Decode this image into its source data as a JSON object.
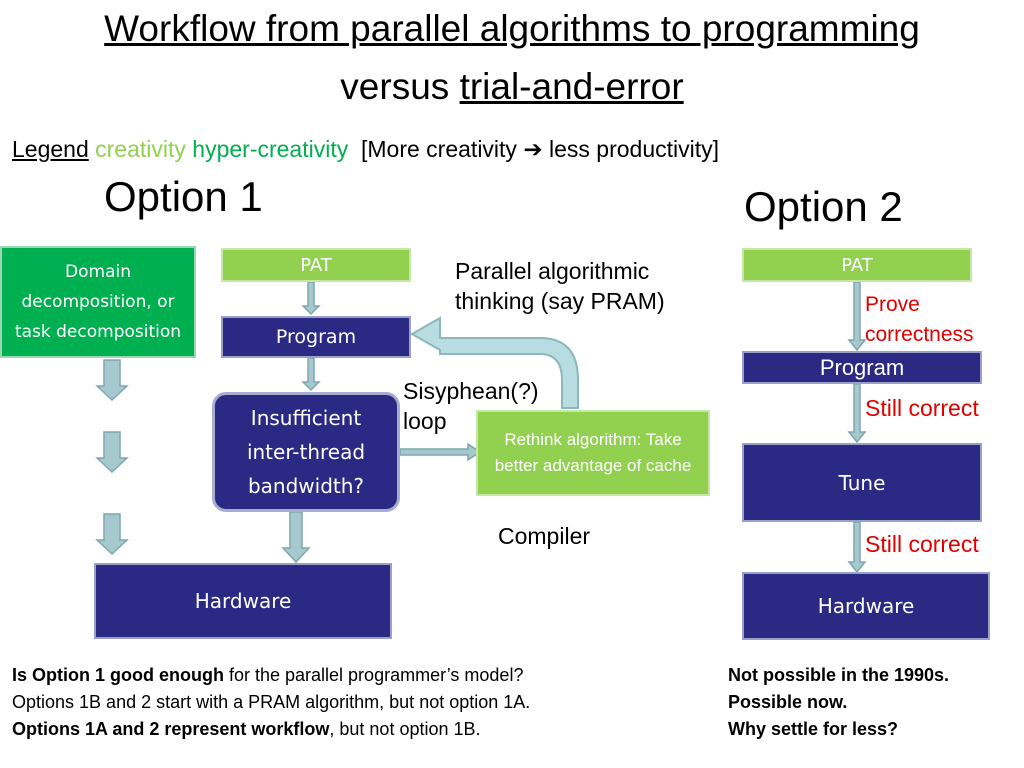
{
  "title": {
    "line1": "Workflow from parallel algorithms to programming",
    "line2_prefix": "versus ",
    "line2_underlined": "trial-and-error"
  },
  "legend": {
    "label": "Legend",
    "creativity": "creativity",
    "hyper_creativity": "hyper-creativity",
    "note_prefix": "[More creativity ",
    "note_arrow": "➔",
    "note_suffix": " less productivity]"
  },
  "colors": {
    "creativity": "#92D050",
    "hyper_creativity": "#00B050",
    "navy": "#2A2A84",
    "red": "#E00000"
  },
  "option1": {
    "heading": "Option 1",
    "domain_box": "Domain decomposition, or task decomposition",
    "pat": "PAT",
    "program": "Program",
    "insufficient": "Insufficient inter-thread bandwidth?",
    "rethink": "Rethink algorithm: Take better advantage of cache",
    "hardware": "Hardware",
    "pat_note_line1": "Parallel algorithmic",
    "pat_note_line2": "thinking (say PRAM)",
    "loop_line1": "Sisyphean(?)",
    "loop_line2": "loop",
    "compiler": "Compiler"
  },
  "option2": {
    "heading": "Option 2",
    "pat": "PAT",
    "prove_line1": "Prove",
    "prove_line2": "correctness",
    "program": "Program",
    "still_correct_1": "Still correct",
    "tune": "Tune",
    "still_correct_2": "Still correct",
    "hardware": "Hardware"
  },
  "footer": {
    "left": {
      "line1_bold": "Is Option 1 good enough",
      "line1_rest": " for the parallel programmer’s model?",
      "line2": "Options 1B and 2 start with a PRAM algorithm, but not option 1A.",
      "line3_bold": "Options 1A and 2 represent workflow",
      "line3_rest": ", but not option 1B."
    },
    "right": {
      "line1": "Not possible in the 1990s.",
      "line2": "Possible now.",
      "line3": "Why settle for less?"
    }
  }
}
